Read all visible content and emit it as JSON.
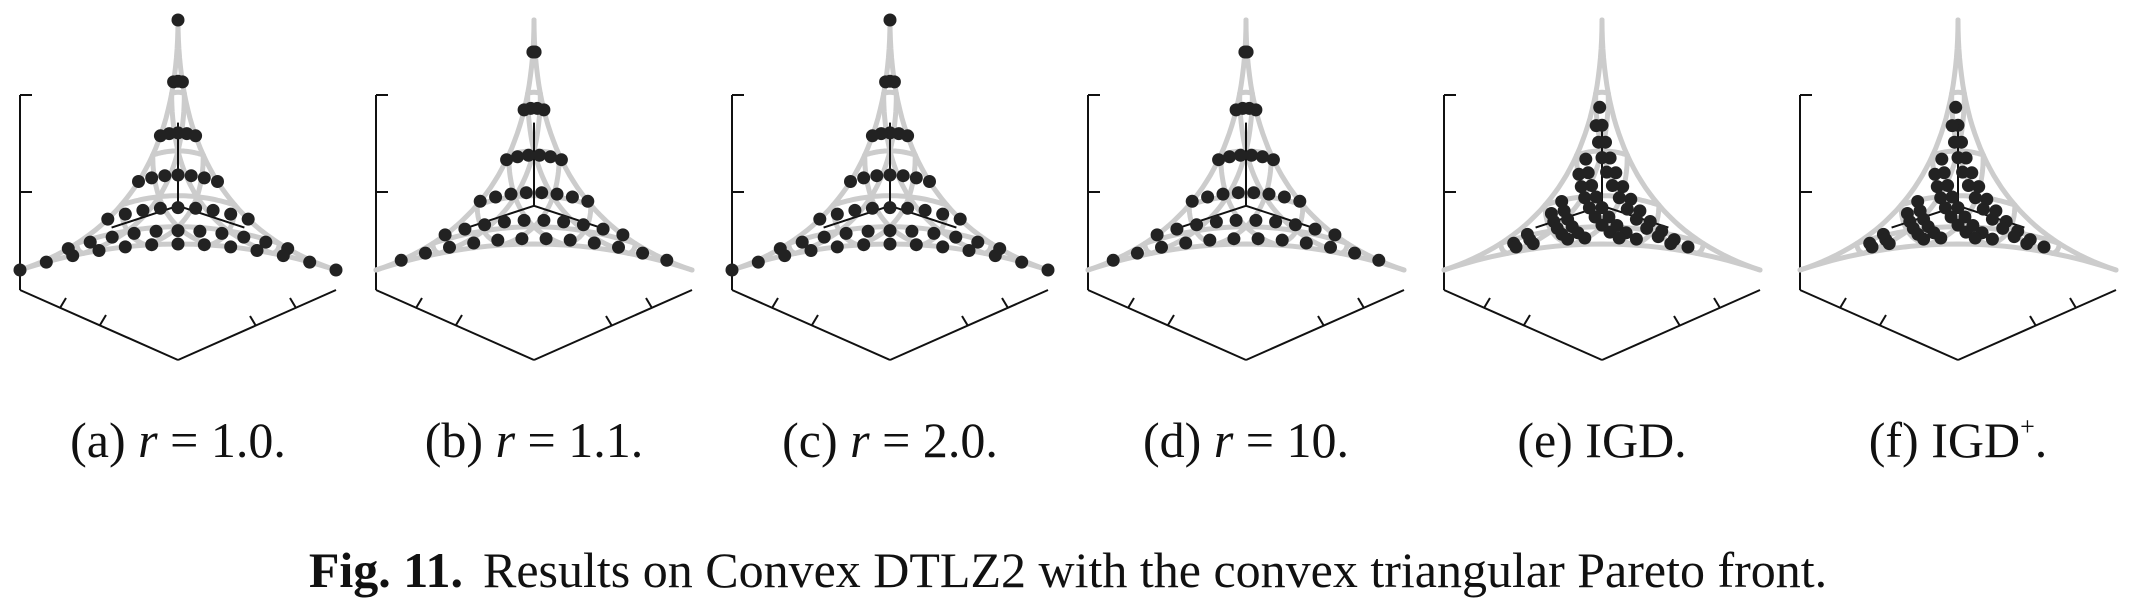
{
  "figure": {
    "label": "Fig. 11.",
    "caption": "Results on Convex DTLZ2 with the convex triangular Pareto front."
  },
  "colors": {
    "points": "#222222",
    "front_lines": "#cccccc",
    "axes": "#111111"
  },
  "chart_data": [
    {
      "type": "scatter",
      "projection": "3d",
      "subcaption": {
        "prefix": "(a) ",
        "var": "r",
        "rest": " = 1.0."
      },
      "population": "uniform",
      "grid": true
    },
    {
      "type": "scatter",
      "projection": "3d",
      "subcaption": {
        "prefix": "(b) ",
        "var": "r",
        "rest": " = 1.1."
      },
      "population": "uniform",
      "grid": true
    },
    {
      "type": "scatter",
      "projection": "3d",
      "subcaption": {
        "prefix": "(c) ",
        "var": "r",
        "rest": " = 2.0."
      },
      "population": "uniform",
      "grid": true
    },
    {
      "type": "scatter",
      "projection": "3d",
      "subcaption": {
        "prefix": "(d) ",
        "var": "r",
        "rest": " = 10."
      },
      "population": "uniform",
      "grid": true
    },
    {
      "type": "scatter",
      "projection": "3d",
      "subcaption": {
        "prefix": "(e) IGD.",
        "var": "",
        "rest": ""
      },
      "population": "center-biased",
      "grid": true
    },
    {
      "type": "scatter",
      "projection": "3d",
      "subcaption": {
        "prefix": "(f) IGD",
        "var": "",
        "rest": ".",
        "sup": "+"
      },
      "population": "center-biased",
      "grid": true
    }
  ]
}
